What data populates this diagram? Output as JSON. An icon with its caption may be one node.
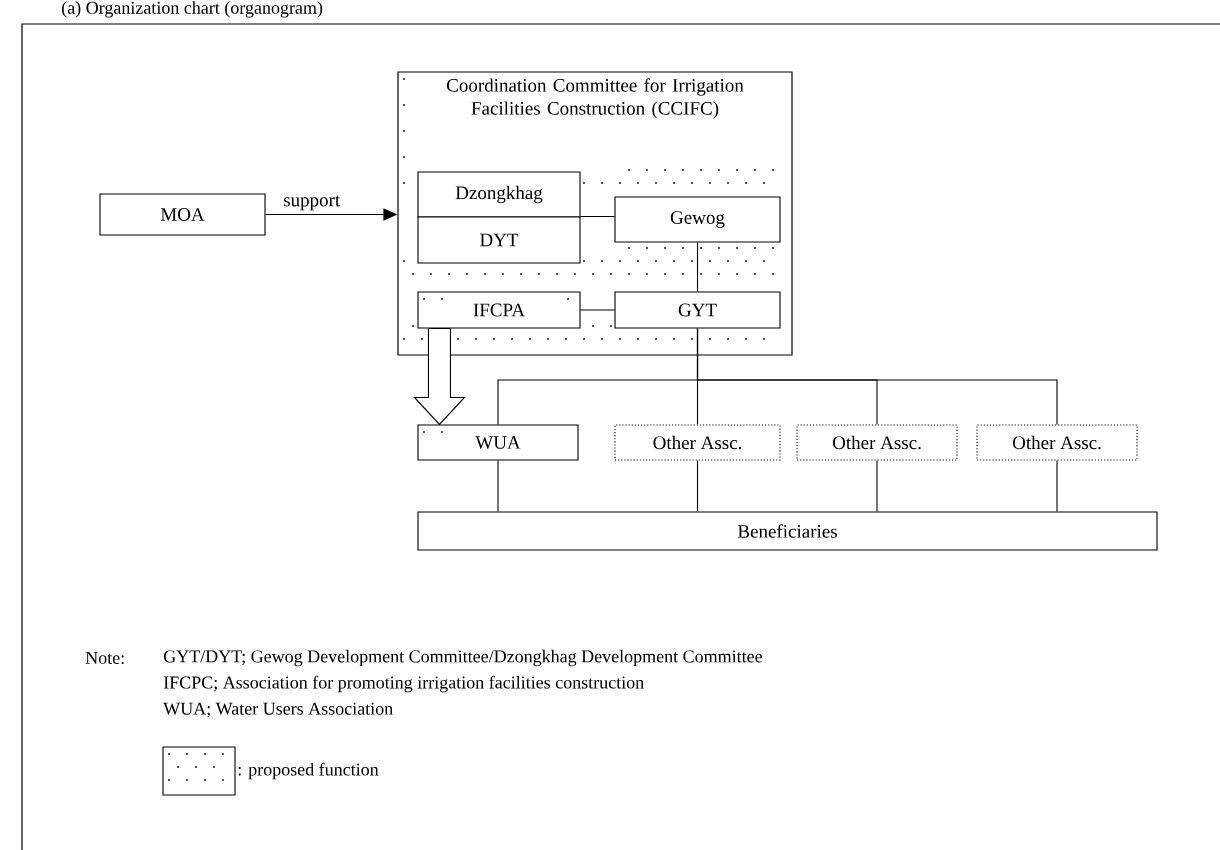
{
  "diagram": {
    "title": "(a) Organization chart (organogram)",
    "nodes": [
      {
        "text": [
          "MOA"
        ]
      },
      {
        "text": [
          "Coordination Committee for Irrigation Facilities Construction (CCIFC)"
        ]
      },
      {
        "text": [
          "Dzongkhag"
        ],
        "in": 1
      },
      {
        "text": [
          "DYT"
        ],
        "in": 1
      },
      {
        "text": [
          "Gewog"
        ],
        "in": 1
      },
      {
        "text": [
          "IFCPA"
        ],
        "in": 1
      },
      {
        "text": [
          "GYT"
        ],
        "in": 1
      },
      {
        "text": [
          "WUA"
        ]
      },
      {
        "text": [
          "Other Assc."
        ]
      },
      {
        "text": [
          "Other Assc."
        ]
      },
      {
        "text": [
          "Other Assc."
        ]
      },
      {
        "text": [
          "Beneficiaries"
        ]
      }
    ],
    "edges": [
      {
        "from": 0,
        "to": 1,
        "arrow": "to",
        "label": "support"
      },
      {
        "from": 3,
        "to": 4,
        "arrow": "none"
      },
      {
        "from": 4,
        "to": 6,
        "arrow": "none"
      },
      {
        "from": 5,
        "to": 6,
        "arrow": "none"
      },
      {
        "from": 5,
        "to": 7,
        "arrow": "to",
        "style": "thick"
      },
      {
        "from": 6,
        "to": 7,
        "arrow": "none"
      },
      {
        "from": 6,
        "to": 8,
        "arrow": "none"
      },
      {
        "from": 6,
        "to": 9,
        "arrow": "none"
      },
      {
        "from": 6,
        "to": 10,
        "arrow": "none"
      },
      {
        "from": 7,
        "to": 11,
        "arrow": "none"
      },
      {
        "from": 8,
        "to": 11,
        "arrow": "none"
      },
      {
        "from": 9,
        "to": 11,
        "arrow": "none"
      },
      {
        "from": 10,
        "to": 11,
        "arrow": "none"
      }
    ],
    "labels": [
      "Note:",
      "GYT/DYT; Gewog Development Committee/Dzongkhag Development Committee",
      "IFCPC; Association for promoting irrigation facilities construction",
      "WUA; Water Users Association"
    ],
    "legend": [
      {
        "text": ": proposed function"
      }
    ]
  }
}
